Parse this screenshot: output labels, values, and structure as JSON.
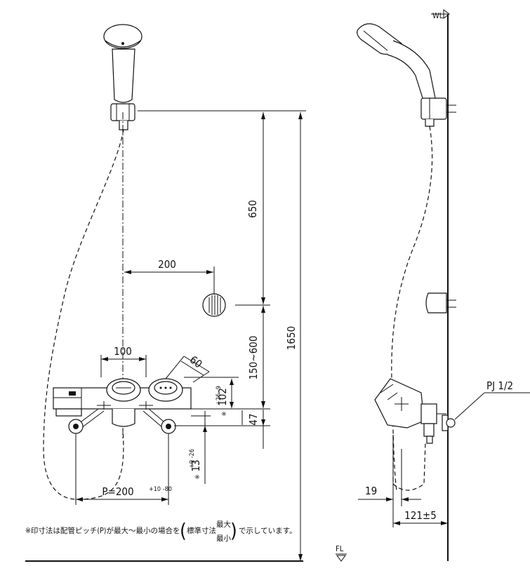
{
  "dimensions": {
    "hanger_to_holder": "650",
    "total_height": "1650",
    "holder_offset": "200",
    "valve_span": "100",
    "handle_angle": "60",
    "holder_to_valve": "150~600",
    "valve_height": "102",
    "valve_height_tol": "+26 -9",
    "pipe_drop": "47",
    "pipe_below": "13",
    "pipe_below_tol": "+9 -26",
    "pitch": "P=200",
    "pitch_tol": "+10 -80",
    "side_left": "19",
    "side_depth": "121±5",
    "mark": "※"
  },
  "labels": {
    "wl": "WL",
    "fl": "FL",
    "pipe_connection": "PJ 1/2"
  },
  "note": {
    "text_before": "※印寸法は配管ピッチ(P)が最大～最小の場合を",
    "paren_left": "(",
    "standard": "標準寸法",
    "max": "最大",
    "min": "最小",
    "paren_right": ")",
    "text_after": "で示しています。"
  }
}
